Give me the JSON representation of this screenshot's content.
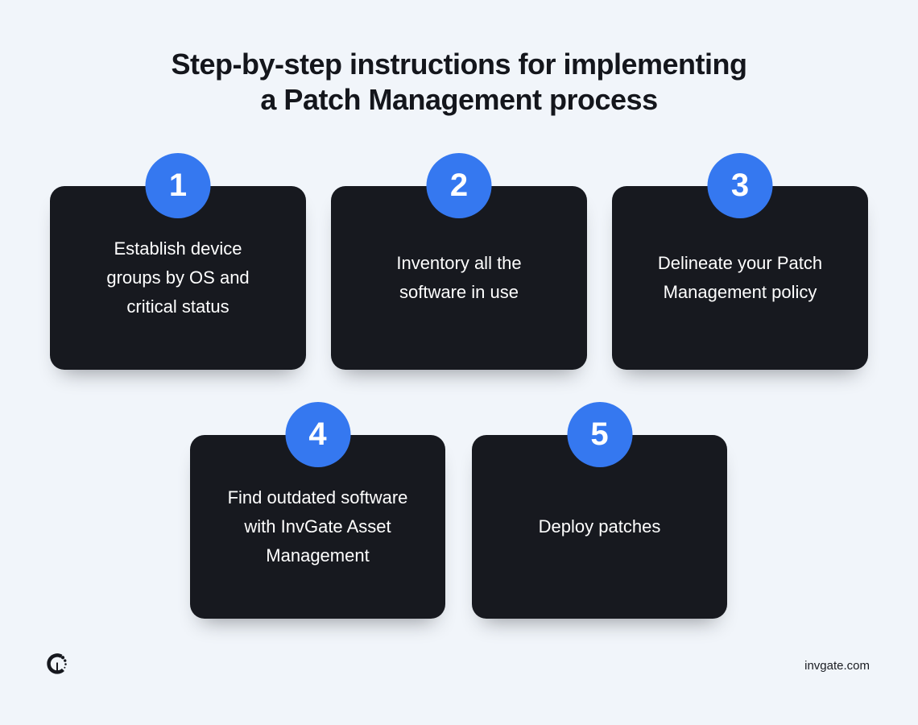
{
  "title": {
    "text": "Step-by-step instructions for implementing\na Patch Management process"
  },
  "colors": {
    "background": "#F1F5FA",
    "card_dark": "#17191F",
    "accent_blue": "#3578F0",
    "card_text": "#FFFFFF",
    "title_text": "#14161C"
  },
  "steps": [
    {
      "number": "1",
      "text": "Establish device\ngroups by OS and\ncritical status"
    },
    {
      "number": "2",
      "text": "Inventory all the\nsoftware in use"
    },
    {
      "number": "3",
      "text": "Delineate your Patch\nManagement policy"
    },
    {
      "number": "4",
      "text": "Find outdated software\nwith InvGate Asset\nManagement"
    },
    {
      "number": "5",
      "text": "Deploy patches"
    }
  ],
  "footer": {
    "logo": "invgate-logomark",
    "website": "invgate.com"
  }
}
